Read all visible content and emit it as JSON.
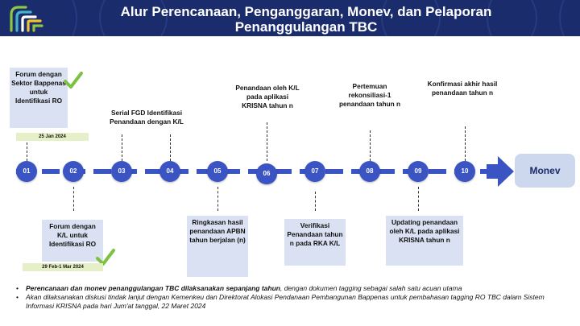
{
  "title_line1": "Alur Perencanaan, Penganggaran, Monev, dan Pelaporan",
  "title_line2": "Penanggulangan TBC",
  "nodes": [
    "01",
    "02",
    "03",
    "04",
    "05",
    "06",
    "07",
    "08",
    "09",
    "10"
  ],
  "end_label": "Monev",
  "steps": {
    "s1": "Forum dengan Sektor Bappenas untuk Identifikasi RO",
    "s1_date": "25 Jan 2024",
    "s2": "Forum dengan K/L untuk Identifikasi RO",
    "s2_date": "29 Feb-1 Mar 2024",
    "s3": "Serial FGD Identifikasi Penandaan dengan K/L",
    "s5": "Ringkasan hasil penandaan APBN tahun berjalan (n)",
    "s6": "Penandaan oleh K/L pada aplikasi KRISNA tahun n",
    "s7": "Verifikasi Penandaan tahun n pada RKA K/L",
    "s8": "Pertemuan rekonsiliasi-1 penandaan tahun n",
    "s9": "Updating penandaan oleh K/L pada aplikasi KRISNA tahun n",
    "s10": "Konfirmasi akhir hasil penandaan tahun n"
  },
  "notes": {
    "n1_bold": "Perencanaan dan monev penanggulangan TBC dilaksanakan sepanjang tahun",
    "n1_rest": ", dengan dokumen tagging sebagai salah satu acuan utama",
    "n2": "Akan dilaksanakan diskusi tindak lanjut dengan Kemenkeu dan Direktorat Alokasi Pendanaan Pembangunan Bappenas untuk pembahasan tagging RO TBC dalam Sistem Informasi KRISNA pada hari Jum'at tanggal, 22 Maret 2024"
  },
  "colors": {
    "header": "#1a2c6b",
    "node": "#3b54c4",
    "spine": "#3b54c4",
    "box": "#d9e1f2",
    "check": "#7cc242"
  },
  "icons": [
    "logo-icon",
    "checkmark-icon",
    "arrow-icon"
  ]
}
